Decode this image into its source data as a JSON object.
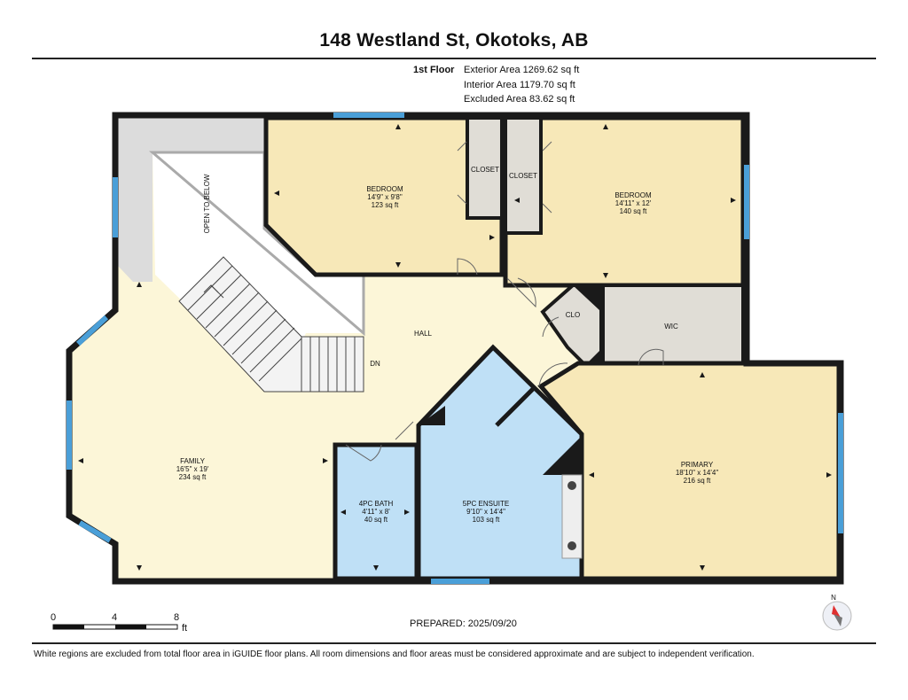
{
  "header": {
    "title": "148 Westland St, Okotoks, AB",
    "floor": "1st Floor",
    "exterior_area": "Exterior Area 1269.62 sq ft",
    "interior_area": "Interior Area 1179.70 sq ft",
    "excluded_area": "Excluded Area 83.62 sq ft"
  },
  "rooms": {
    "bedroom1": {
      "name": "BEDROOM",
      "dims": "14'9\" x 9'8\"",
      "area": "123 sq ft"
    },
    "bedroom2": {
      "name": "BEDROOM",
      "dims": "14'11\" x 12'",
      "area": "140 sq ft"
    },
    "closet1": {
      "name": "CLOSET"
    },
    "closet2": {
      "name": "CLOSET"
    },
    "clo": {
      "name": "CLO"
    },
    "wic": {
      "name": "WIC"
    },
    "hall": {
      "name": "HALL"
    },
    "open_below": {
      "name": "OPEN TO BELOW"
    },
    "dn": {
      "name": "DN"
    },
    "family": {
      "name": "FAMILY",
      "dims": "16'5\" x 19'",
      "area": "234 sq ft"
    },
    "bath": {
      "name": "4PC BATH",
      "dims": "4'11\" x 8'",
      "area": "40 sq ft"
    },
    "ensuite": {
      "name": "5PC ENSUITE",
      "dims": "9'10\" x 14'4\"",
      "area": "103 sq ft"
    },
    "primary": {
      "name": "PRIMARY",
      "dims": "18'10\" x 14'4\"",
      "area": "216 sq ft"
    }
  },
  "scale": {
    "t0": "0",
    "t4": "4",
    "t8": "8",
    "unit": "ft"
  },
  "compass": {
    "north": "N"
  },
  "footer": {
    "prepared": "PREPARED: 2025/09/20",
    "disclaimer": "White regions are excluded from total floor area in iGUIDE floor plans. All room dimensions and floor areas must be considered approximate and are subject to independent verification."
  },
  "colors": {
    "floor_yellow": "#fcf6d8",
    "room_tan": "#f7e8b8",
    "bath_blue": "#bfe0f6",
    "closet_gray": "#e0ddd6",
    "wall": "#1a1a1a",
    "window": "#4a9fd8",
    "stair_gray": "#dddddd"
  }
}
